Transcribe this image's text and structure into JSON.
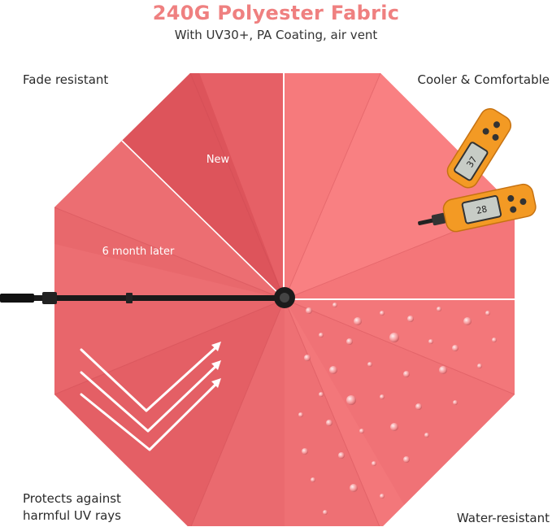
{
  "header": {
    "title": "240G Polyester Fabric",
    "subtitle": "With UV30+, PA Coating, air vent"
  },
  "features": {
    "top_left": "Fade resistant",
    "top_right": "Cooler & Comfortable",
    "bottom_left_line1": "Protects against",
    "bottom_left_line2": "harmful UV rays",
    "bottom_right": "Water-resistant"
  },
  "fabric_labels": {
    "new": "New",
    "later": "6 month later"
  },
  "thermometers": {
    "upper_reading": "37",
    "lower_reading": "28"
  },
  "colors": {
    "title": "#ef8080",
    "fabric_new": "#e9646a",
    "fabric_faded": "#f4797b",
    "thermometer": "#f39a24"
  }
}
